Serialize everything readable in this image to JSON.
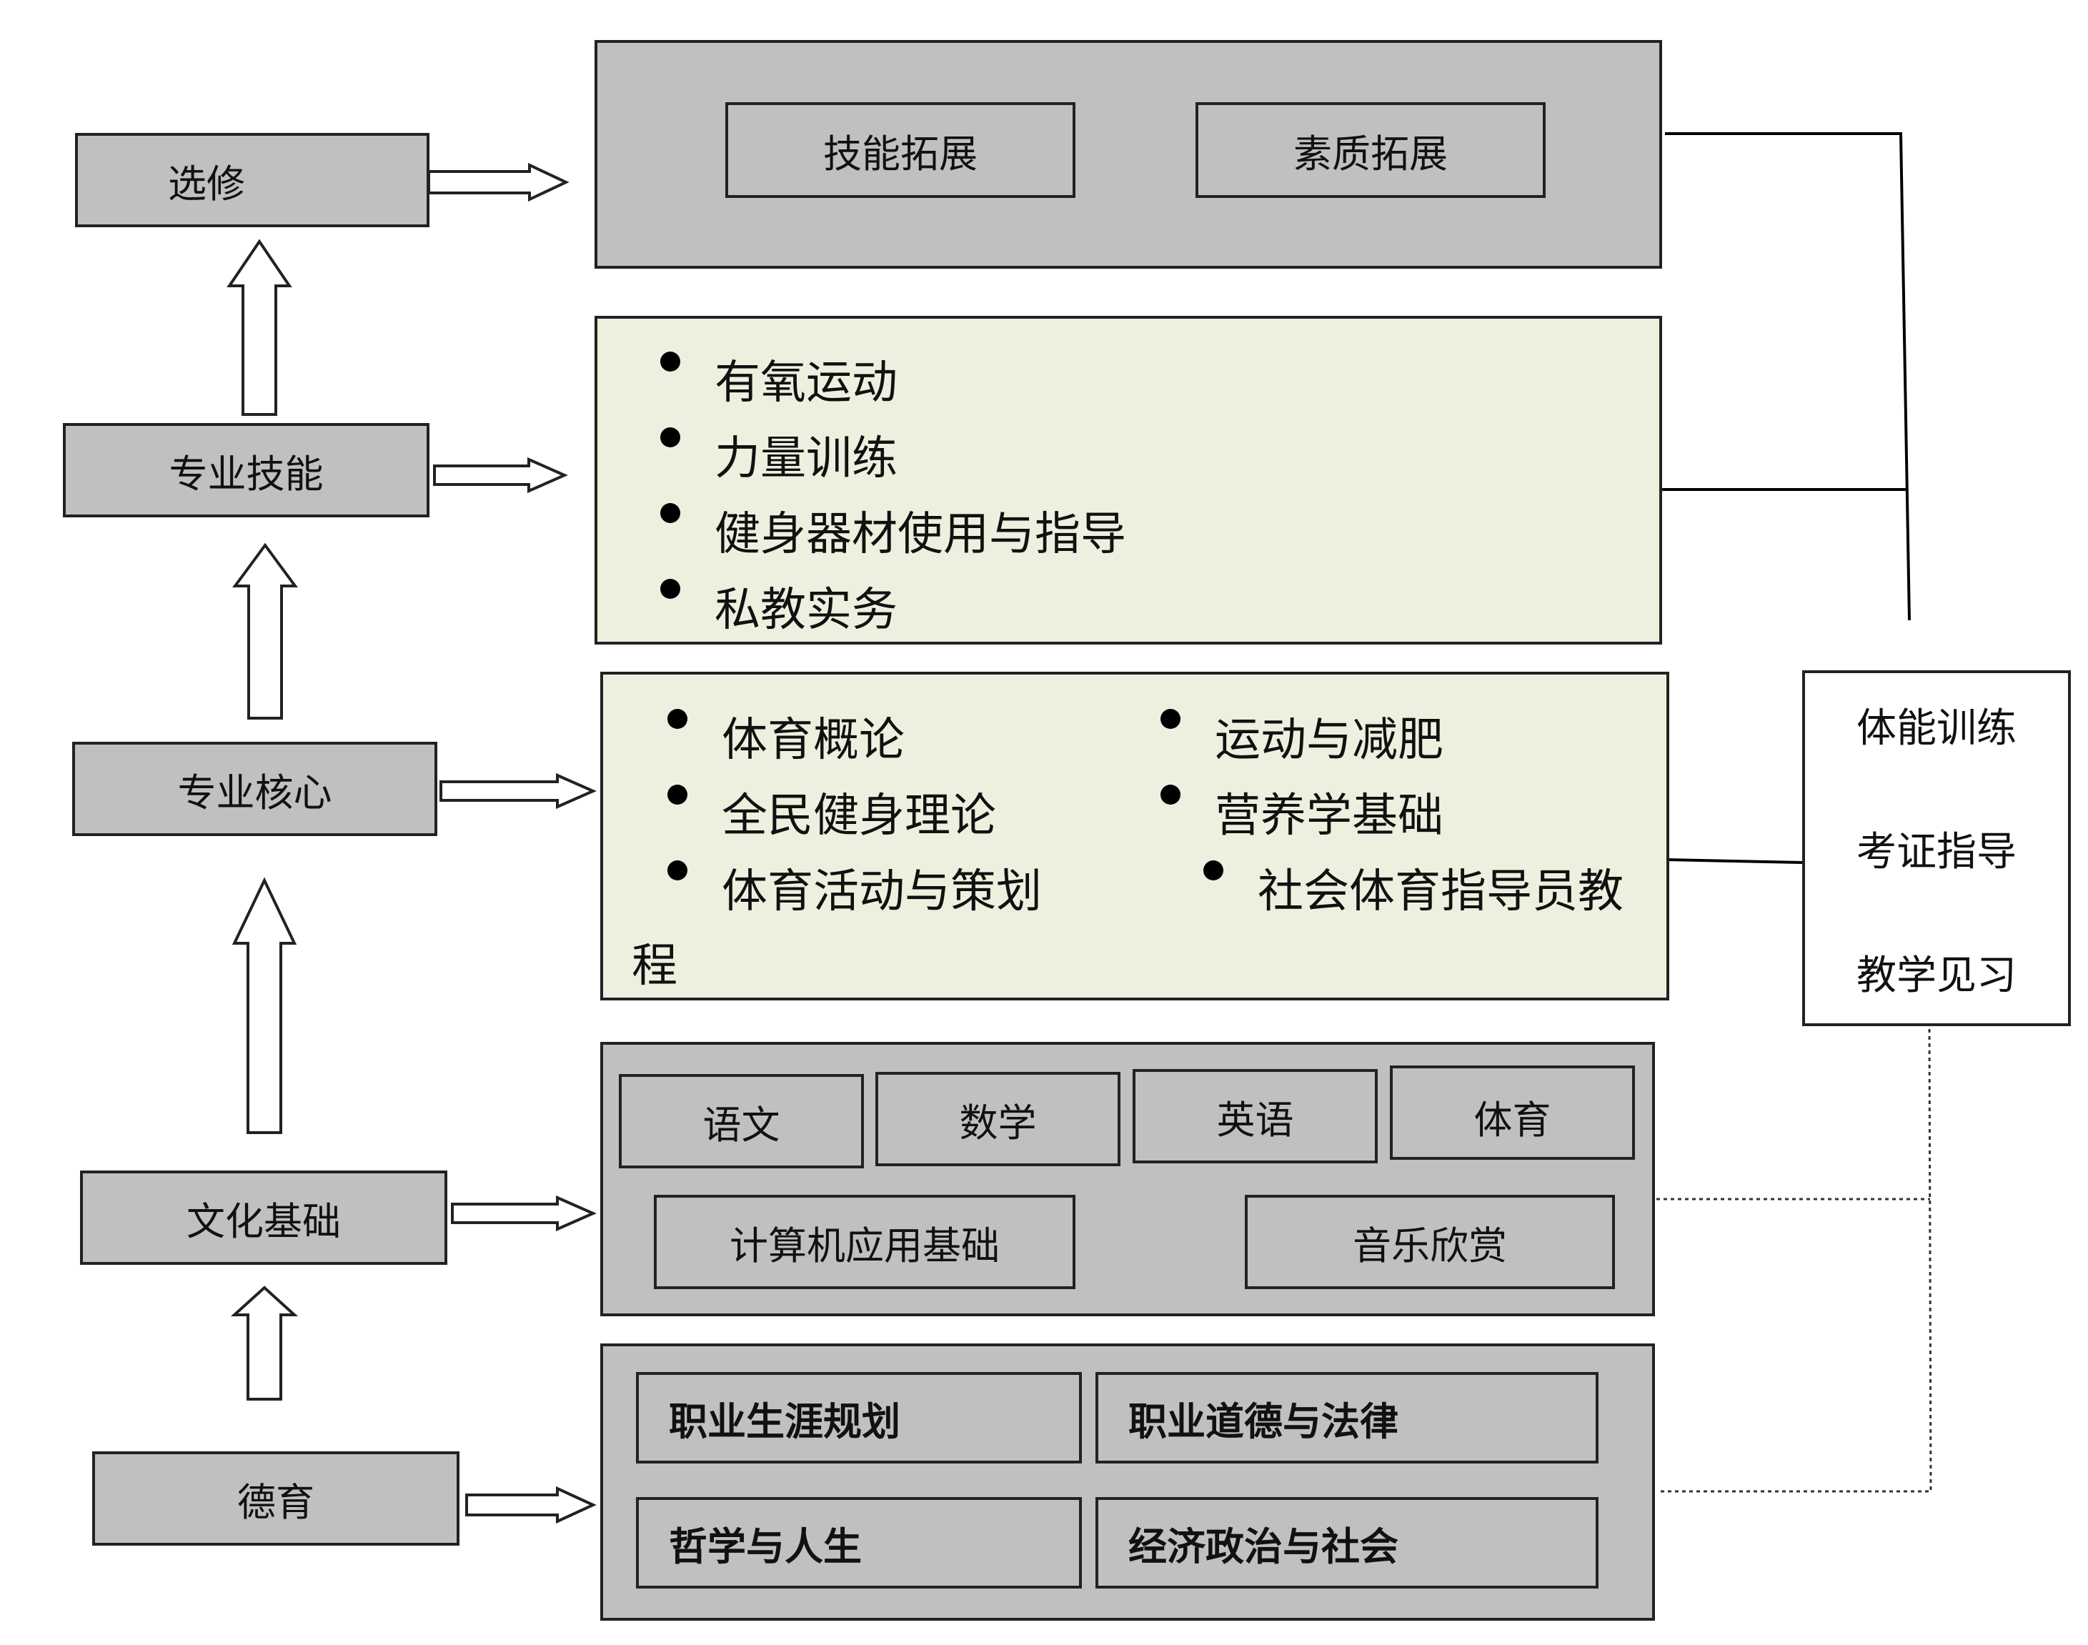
{
  "left_column": {
    "elective": "选修",
    "skills": "专业技能",
    "core": "专业核心",
    "culture": "文化基础",
    "moral": "德育"
  },
  "elective_panel": {
    "items": [
      "技能拓展",
      "素质拓展"
    ]
  },
  "skills_panel": {
    "items": [
      "有氧运动",
      "力量训练",
      "健身器材使用与指导",
      "私教实务"
    ]
  },
  "core_panel": {
    "left_items": [
      "体育概论",
      "全民健身理论",
      "体育活动与策划"
    ],
    "right_items": [
      "运动与减肥",
      "营养学基础",
      "社会体育指导员教"
    ],
    "overflow": "程"
  },
  "culture_panel": {
    "row1": [
      "语文",
      "数学",
      "英语",
      "体育"
    ],
    "row2": [
      "计算机应用基础",
      "音乐欣赏"
    ]
  },
  "moral_panel": {
    "items": [
      "职业生涯规划",
      "职业道德与法律",
      "哲学与人生",
      "经济政治与社会"
    ]
  },
  "practice_box": {
    "items": [
      "体能训练",
      "考证指导",
      "教学见习"
    ]
  }
}
